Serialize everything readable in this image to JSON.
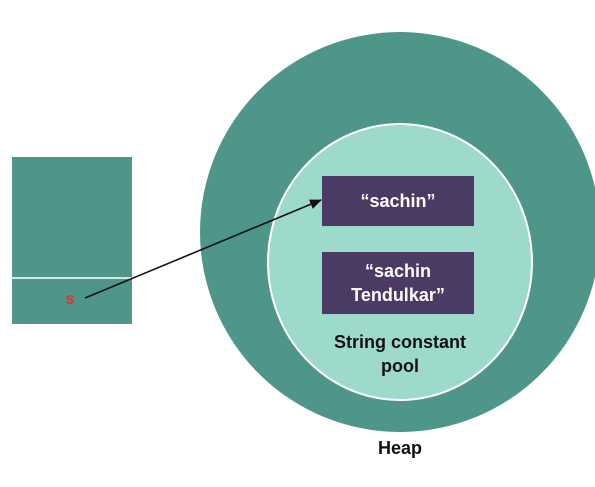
{
  "stack": {
    "variable": "s"
  },
  "heap": {
    "label": "Heap"
  },
  "pool": {
    "label": "String constant\npool",
    "strings": [
      "“sachin”",
      "“sachin\nTendulkar”"
    ]
  },
  "colors": {
    "heap_fill": "#4e968a",
    "pool_fill": "#9edacb",
    "stack_fill": "#4e968a",
    "string_box_fill": "#4b3a64",
    "variable_text": "#e53030"
  }
}
